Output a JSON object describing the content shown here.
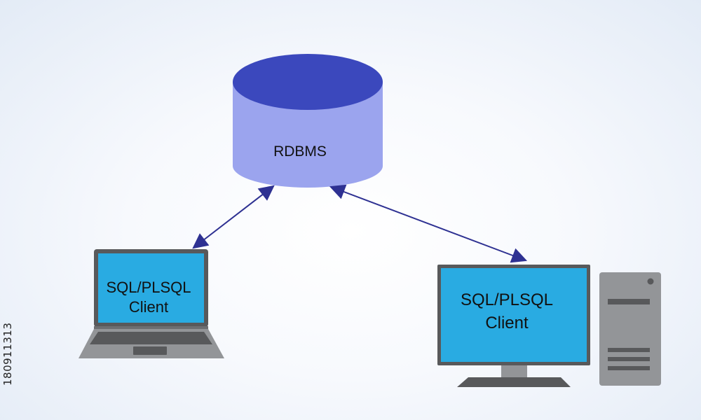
{
  "nodes": {
    "database": {
      "label": "RDBMS"
    },
    "laptop": {
      "label_line1": "SQL/PLSQL",
      "label_line2": "Client"
    },
    "desktop": {
      "label_line1": "SQL/PLSQL",
      "label_line2": "Client"
    }
  },
  "edges": [
    {
      "from": "database",
      "to": "laptop",
      "direction": "bidirectional"
    },
    {
      "from": "database",
      "to": "desktop",
      "direction": "bidirectional"
    }
  ],
  "watermark": {
    "stock_id": "180911313"
  },
  "colors": {
    "database_top": "#3b48bd",
    "database_body": "#9ba4ee",
    "screen": "#29abe2",
    "device_frame": "#58595b",
    "device_gray": "#939598",
    "arrow": "#2e3192"
  }
}
